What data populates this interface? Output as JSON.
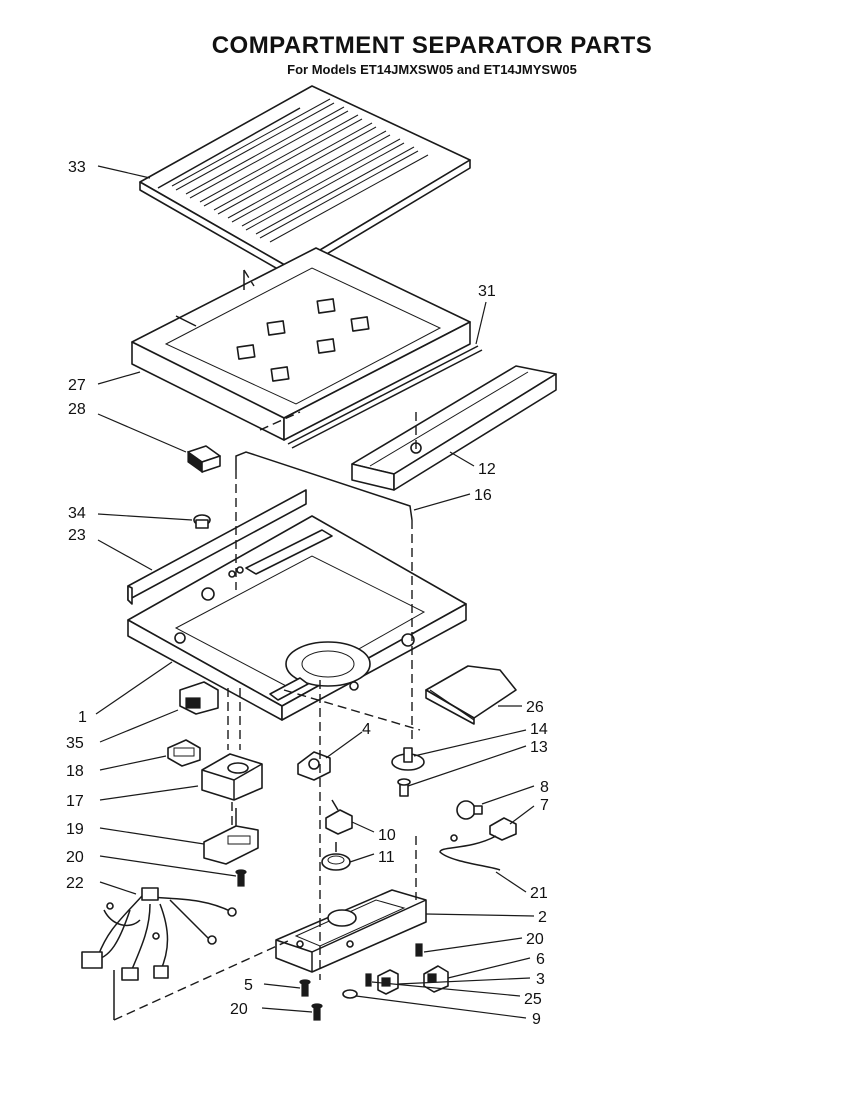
{
  "header": {
    "title": "COMPARTMENT SEPARATOR PARTS",
    "subtitle": "For Models ET14JMXSW05 and ET14JMYSW05"
  },
  "callouts": {
    "c33": "33",
    "c31": "31",
    "c27": "27",
    "c28": "28",
    "c12": "12",
    "c16": "16",
    "c34": "34",
    "c23": "23",
    "c1": "1",
    "c26": "26",
    "c35": "35",
    "c4": "4",
    "c14": "14",
    "c13": "13",
    "c18": "18",
    "c17": "17",
    "c8": "8",
    "c7": "7",
    "c19": "19",
    "c10": "10",
    "c11": "11",
    "c20a": "20",
    "c21": "21",
    "c22": "22",
    "c2": "2",
    "c20b": "20",
    "c6": "6",
    "c3": "3",
    "c5": "5",
    "c25": "25",
    "c20c": "20",
    "c9": "9"
  }
}
